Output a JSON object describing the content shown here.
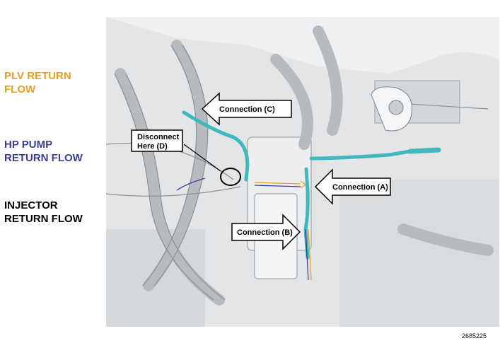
{
  "legend": {
    "plv_return": "PLV RETURN\nFLOW",
    "hp_pump_return": "HP PUMP\nRETURN FLOW",
    "injector_return": "INJECTOR\nRETURN FLOW"
  },
  "callouts": {
    "connection_c": "Connection (C)",
    "disconnect_line1": "Disconnect",
    "disconnect_line2": "Here (D)",
    "connection_a": "Connection (A)",
    "connection_b": "Connection (B)"
  },
  "figure_id": "2685225",
  "colors": {
    "plv_flow": "#e8a020",
    "hp_pump_flow": "#3a3f96",
    "injector_flow": "#000000",
    "fuel_line": "#3fb8c0",
    "engine_base": "#e2e4e6"
  }
}
